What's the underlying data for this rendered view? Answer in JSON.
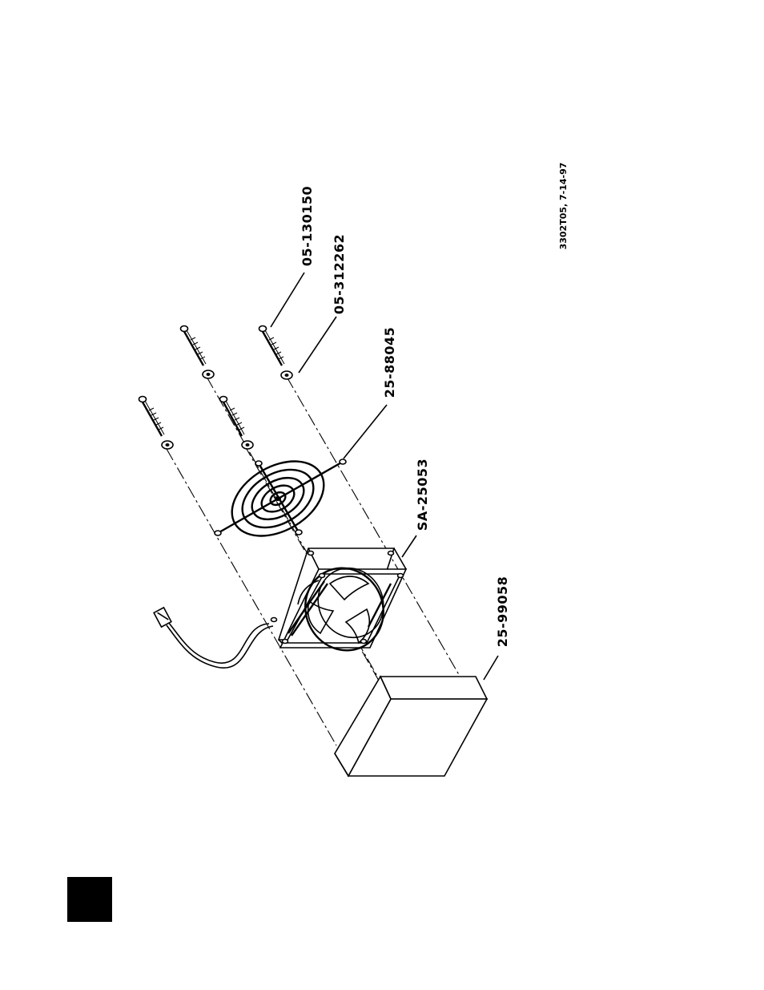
{
  "figure": {
    "drawing_id": "3302T05, 7-14-97",
    "callouts": {
      "screw": "05-130150",
      "washer": "05-312262",
      "finger_guard": "25-88045",
      "fan_assembly": "SA-25053",
      "filter": "25-99058"
    }
  },
  "colors": {
    "ink": "#000000",
    "paper": "#ffffff"
  }
}
